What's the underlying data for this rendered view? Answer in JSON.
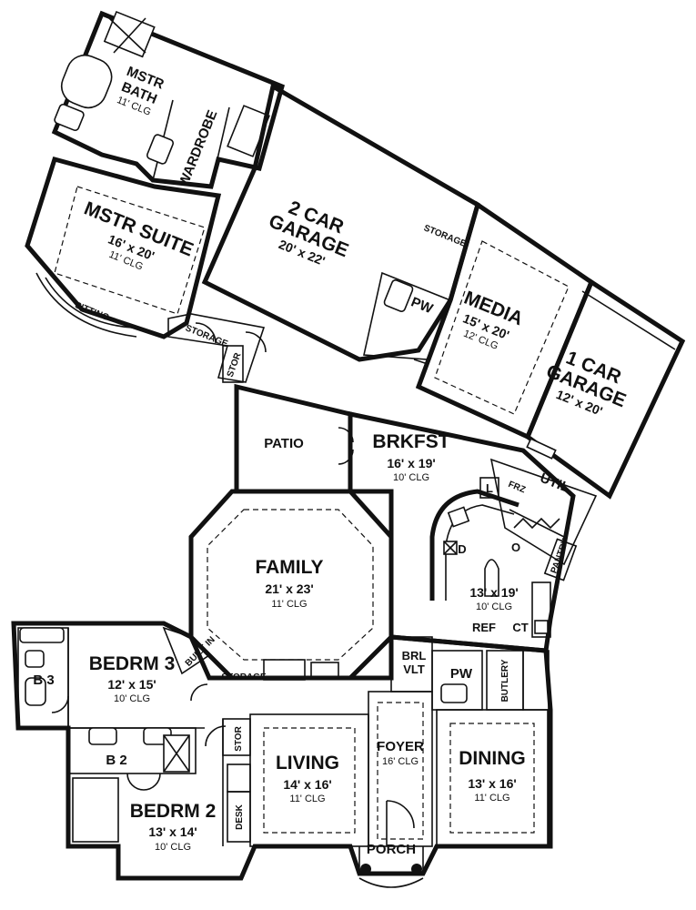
{
  "rooms": {
    "mstr_bath": {
      "name_1": "MSTR",
      "name_2": "BATH",
      "clg": "11' CLG"
    },
    "wardrobe": {
      "name": "WARDROBE"
    },
    "mstr_suite": {
      "name": "MSTR SUITE",
      "dims": "16' x 20'",
      "clg": "11' CLG"
    },
    "sitting": {
      "name": "SITTING"
    },
    "garage2": {
      "name_1": "2 CAR",
      "name_2": "GARAGE",
      "dims": "20' x 22'"
    },
    "storage_top": {
      "name": "STORAGE"
    },
    "pw_top": {
      "name": "PW"
    },
    "media": {
      "name": "MEDIA",
      "dims": "15' x 20'",
      "clg": "12' CLG"
    },
    "garage1": {
      "name_1": "1 CAR",
      "name_2": "GARAGE",
      "dims": "12' x 20'"
    },
    "storage_mid": {
      "name": "STORAGE"
    },
    "stor_mid": {
      "name": "STOR"
    },
    "patio": {
      "name": "PATIO"
    },
    "brkfst": {
      "name": "BRKFST",
      "dims": "16' x 19'",
      "clg": "10' CLG"
    },
    "util": {
      "name": "UTIL"
    },
    "frz": {
      "name": "FRZ"
    },
    "l": {
      "name": "L"
    },
    "d": {
      "name": "D"
    },
    "o": {
      "name": "O"
    },
    "pantry": {
      "name": "PANTRY"
    },
    "kitchen": {
      "dims": "13' x 19'",
      "clg": "10' CLG"
    },
    "ref": {
      "name": "REF"
    },
    "ct": {
      "name": "CT"
    },
    "family": {
      "name": "FAMILY",
      "dims": "21' x 23'",
      "clg": "11' CLG"
    },
    "built_in": {
      "name": "BUILT IN"
    },
    "storage_low": {
      "name": "STORAGE"
    },
    "brl_vlt": {
      "name_1": "BRL",
      "name_2": "VLT"
    },
    "pw_low": {
      "name": "PW"
    },
    "butlery": {
      "name": "BUTLERY"
    },
    "b3": {
      "name": "B 3"
    },
    "bedrm3": {
      "name": "BEDRM 3",
      "dims": "12' x 15'",
      "clg": "10' CLG"
    },
    "b2": {
      "name": "B 2"
    },
    "stor_low": {
      "name": "STOR"
    },
    "living": {
      "name": "LIVING",
      "dims": "14' x 16'",
      "clg": "11' CLG"
    },
    "foyer": {
      "name": "FOYER",
      "clg": "16' CLG"
    },
    "dining": {
      "name": "DINING",
      "dims": "13' x 16'",
      "clg": "11' CLG"
    },
    "bedrm2": {
      "name": "BEDRM 2",
      "dims": "13' x 14'",
      "clg": "10' CLG"
    },
    "desk": {
      "name": "DESK"
    },
    "porch": {
      "name": "PORCH"
    }
  }
}
